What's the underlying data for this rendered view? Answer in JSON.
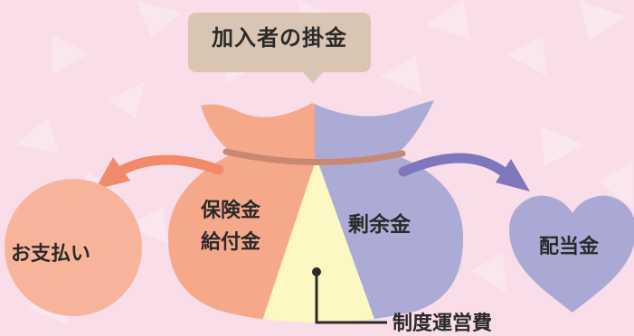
{
  "title": "加入者の掛金",
  "bag": {
    "left_section_lines": [
      "保険金",
      "給付金"
    ],
    "right_section": "剰余金"
  },
  "destinations": {
    "payout": "お支払い",
    "dividend": "配当金"
  },
  "callout": "制度運営費",
  "colors": {
    "background": "#f9dde8",
    "title_box": "#d9c5b3",
    "left_section": "#f6a98a",
    "right_section": "#ababd6",
    "middle_section": "#fdf7c4",
    "bag_tie": "#c98872",
    "left_arrow": "#f08a6a",
    "right_arrow": "#7f77bb",
    "payout_circle": "#f8b49a",
    "dividend_heart": "#aaa9d6"
  }
}
